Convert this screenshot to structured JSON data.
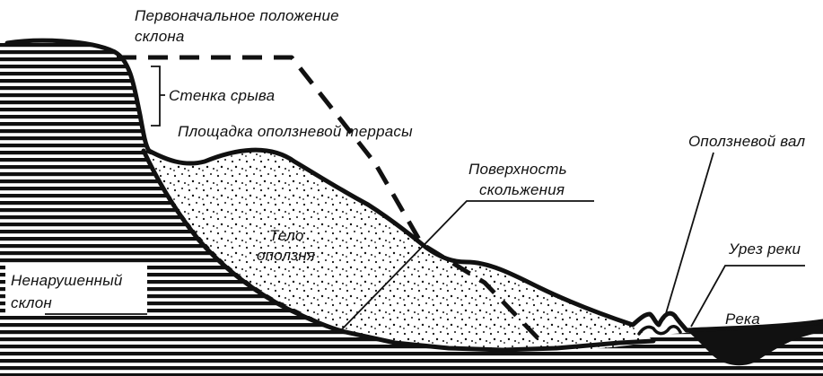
{
  "labels": {
    "original_slope_line1": "Первоначальное положение",
    "original_slope_line2": "склона",
    "scarp": "Стенка срыва",
    "terrace": "Площадка оползневой террасы",
    "slip_surface_line1": "Поверхность",
    "slip_surface_line2": "скольжения",
    "landslide_body_line1": "Тело",
    "landslide_body_line2": "оползня",
    "landslide_ridge": "Оползневой вал",
    "undisturbed_slope_line1": "Ненарушенный",
    "undisturbed_slope_line2": "склон",
    "waterline": "Урез реки",
    "river": "Река"
  },
  "colors": {
    "ink": "#111111",
    "paper": "#ffffff"
  }
}
